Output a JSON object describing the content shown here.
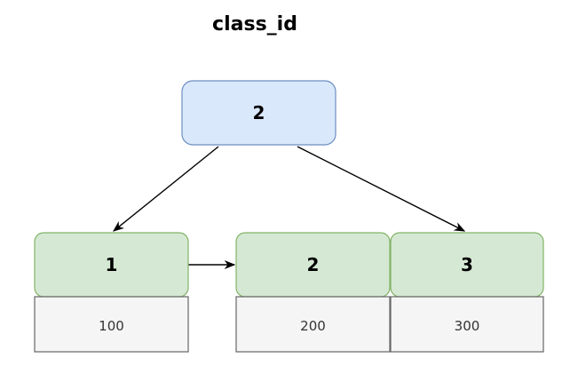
{
  "title": "class_id",
  "root": {
    "key": "2"
  },
  "leaves": [
    {
      "key": "1",
      "value": "100"
    },
    {
      "key": "2",
      "value": "200"
    },
    {
      "key": "3",
      "value": "300"
    }
  ],
  "colors": {
    "root_fill": "#dae8fc",
    "root_stroke": "#6c8ebf",
    "leaf_fill": "#d5e8d4",
    "leaf_stroke": "#82b366",
    "value_fill": "#f5f5f5",
    "value_stroke": "#666666"
  }
}
